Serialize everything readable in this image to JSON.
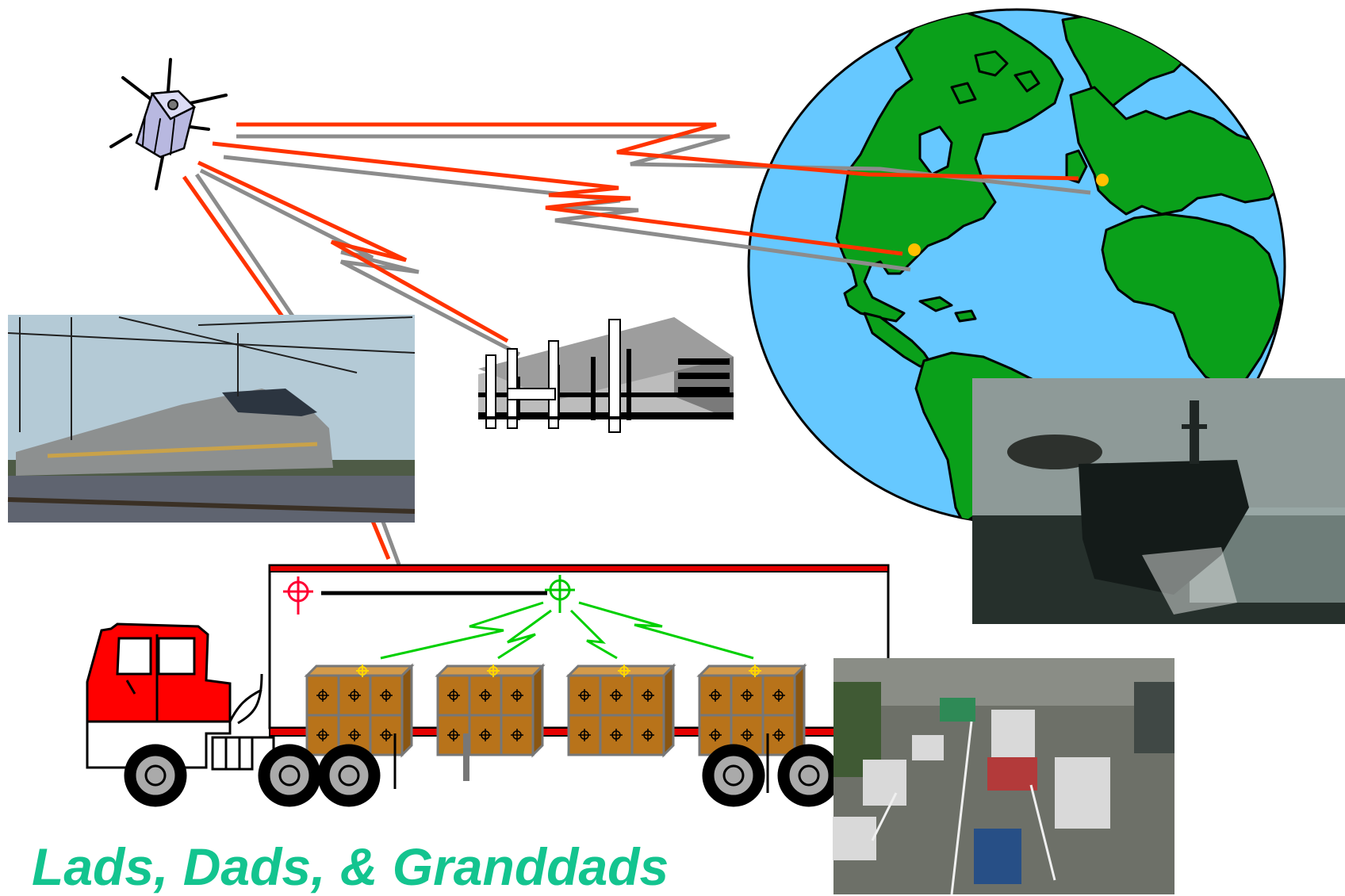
{
  "caption": {
    "text": "Lads, Dads, & Granddads",
    "color": "#13c48f"
  },
  "colors": {
    "ocean": "#66c8ff",
    "land": "#0aa01a",
    "signal_red": "#ff3300",
    "signal_gray": "#8c8c8c",
    "truck_cab": "#ff0000",
    "trailer_stripe": "#e60000",
    "cargo_box": "#b8731a",
    "tag_green": "#00c800",
    "tag_red": "#ff0033",
    "tag_yellow": "#ffd700",
    "location_dot": "#ffc000"
  },
  "icons": [
    "satellite-icon",
    "earth-globe-icon",
    "office-building-icon",
    "semi-truck-icon",
    "cargo-box-icon",
    "crosshair-tag-icon"
  ],
  "photos": [
    "high-speed-train-photo",
    "cargo-ship-photo",
    "city-traffic-photo"
  ]
}
